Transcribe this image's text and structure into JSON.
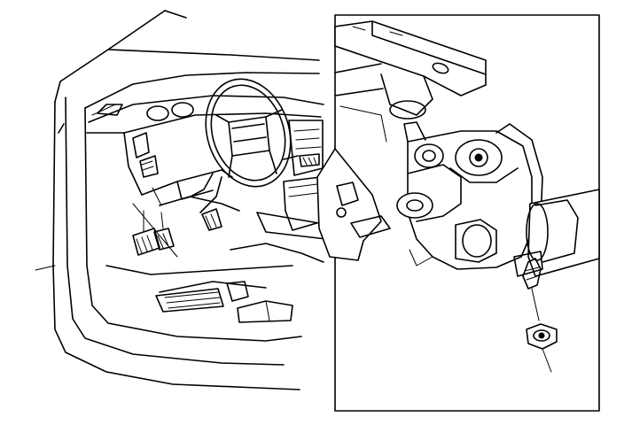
{
  "figure": {
    "kind": "line-art service illustration",
    "main_view": "driver-side-cabin",
    "detail_view": "steering-column-intermediate-shaft-detail",
    "colors": {
      "ink": "#000000",
      "paper": "#ffffff"
    }
  }
}
